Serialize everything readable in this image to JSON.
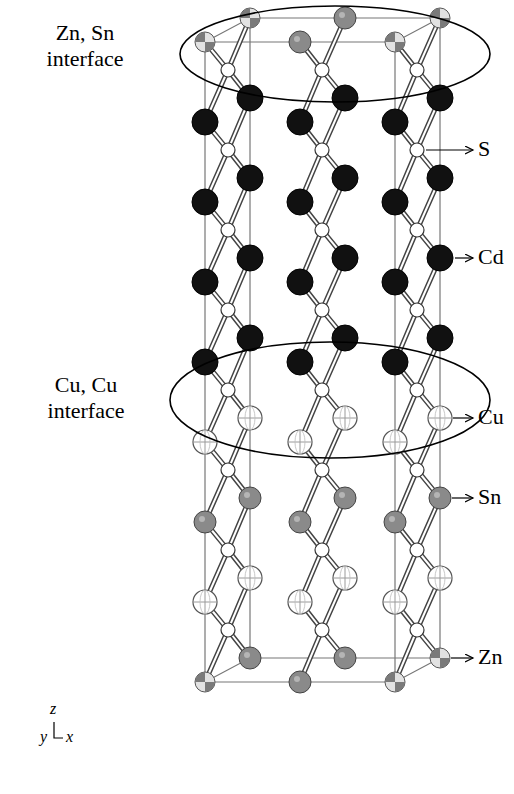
{
  "diagram": {
    "labels": [
      "Zn, Sn interface",
      "Cu, Cu interface",
      "S",
      "Cd",
      "Cu",
      "Sn",
      "Zn",
      "z",
      "y",
      "x"
    ]
  }
}
